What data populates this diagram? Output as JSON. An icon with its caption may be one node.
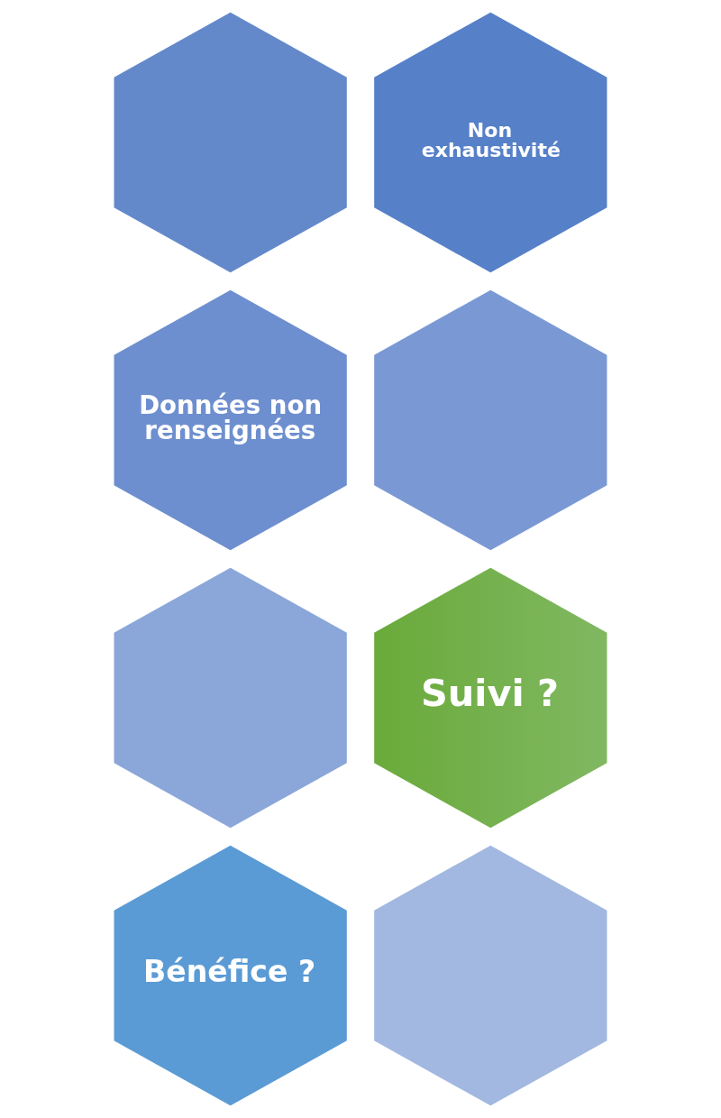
{
  "diagram": {
    "nodes": [
      {
        "text": [],
        "shape": "hexagon"
      },
      {
        "text": [
          "Non exhaustivité"
        ]
      },
      {
        "text": [
          "Données non renseignées"
        ]
      },
      {
        "text": [],
        "shape": "hexagon"
      },
      {
        "text": [],
        "shape": "hexagon"
      },
      {
        "text": [
          "Suivi ?"
        ]
      },
      {
        "text": [
          "Bénéfice ?"
        ]
      },
      {
        "text": [],
        "shape": "hexagon"
      }
    ],
    "edges": []
  }
}
